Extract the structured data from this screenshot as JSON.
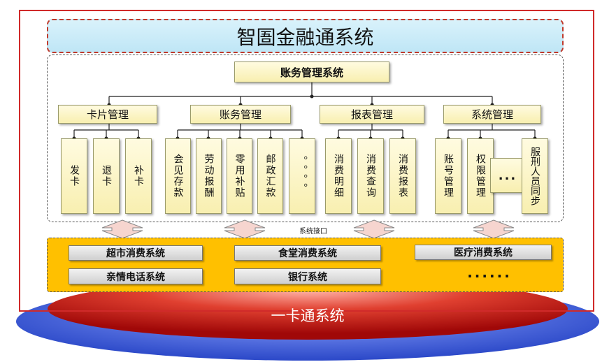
{
  "title": "智圄金融通系统",
  "root": "账务管理系统",
  "groups": [
    {
      "label": "卡片管理",
      "items": [
        "发卡",
        "退卡",
        "补卡"
      ]
    },
    {
      "label": "账务管理",
      "items": [
        "会见存款",
        "劳动报酬",
        "零用补贴",
        "邮政汇款",
        "。。。。"
      ]
    },
    {
      "label": "报表管理",
      "items": [
        "消费明细",
        "消费查询",
        "消费报表"
      ]
    },
    {
      "label": "系统管理",
      "items": [
        "账号管理",
        "权限管理",
        "...",
        "服刑人员同步"
      ]
    }
  ],
  "interface_label": "系统接口",
  "subsystems": [
    "超市消费系统",
    "食堂消费系统",
    "医疗消费系统",
    "亲情电话系统",
    "银行系统"
  ],
  "more": "......",
  "base": "一卡通系统",
  "colors": {
    "frame": "#d02a2a",
    "banner": "#c9ecf8",
    "yellow_area": "#ffc000",
    "ellipse_outer": "#4466dd",
    "ellipse_inner": "#c81414"
  }
}
